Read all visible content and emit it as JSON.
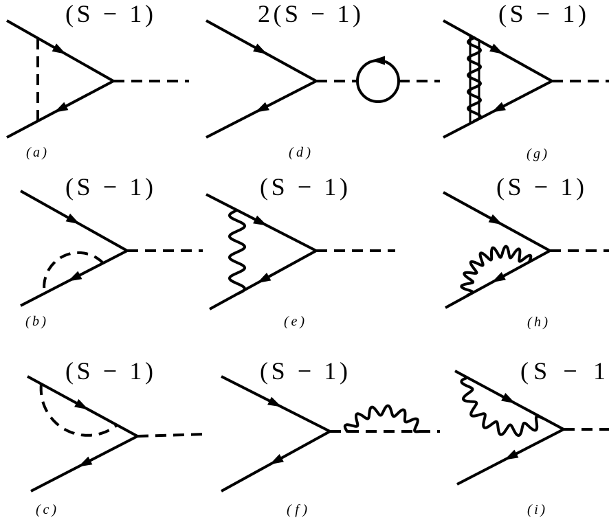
{
  "panels": {
    "a": {
      "coupling": "(S − 1)",
      "label": "(a)"
    },
    "b": {
      "coupling": "(S − 1)",
      "label": "(b)"
    },
    "c": {
      "coupling": "(S − 1)",
      "label": "(c)"
    },
    "d": {
      "coupling": "2(S − 1)",
      "label": "(d)"
    },
    "e": {
      "coupling": "(S − 1)",
      "label": "(e)"
    },
    "f": {
      "coupling": "(S − 1)",
      "label": "(f)"
    },
    "g": {
      "coupling": "(S − 1)",
      "label": "(g)"
    },
    "h": {
      "coupling": "(S − 1)",
      "label": "(h)"
    },
    "i": {
      "coupling": "(S − 1",
      "label": "(i)"
    }
  },
  "colors": {
    "lines": "#000000",
    "background": "#ffffff"
  }
}
